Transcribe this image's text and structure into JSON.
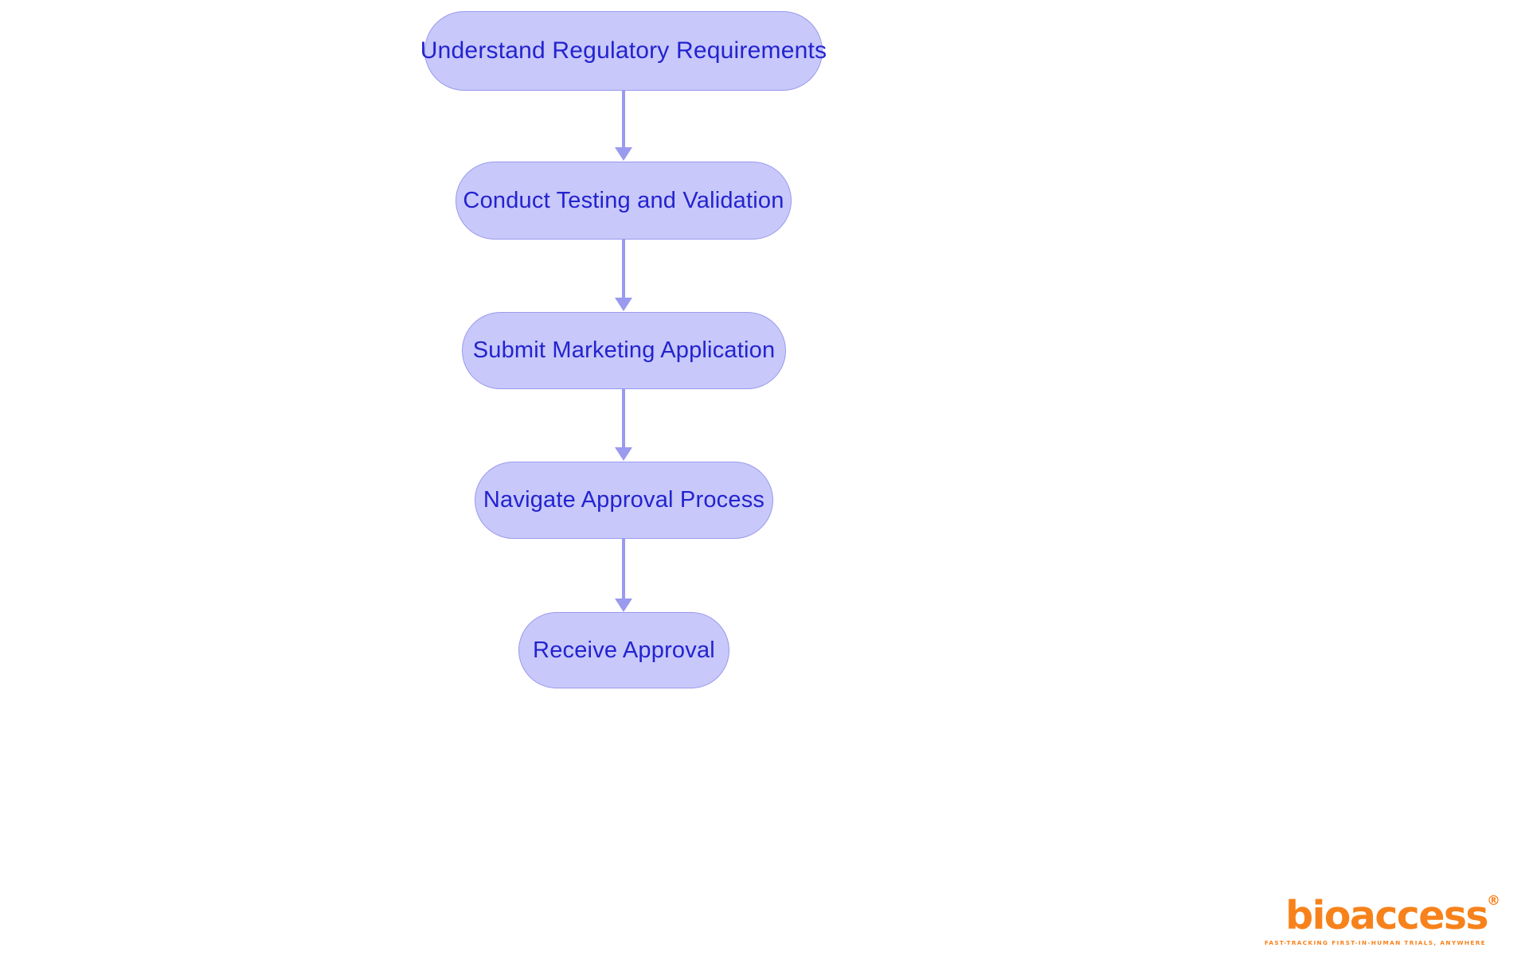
{
  "chart_data": {
    "type": "diagram",
    "diagram_type": "flowchart",
    "orientation": "vertical-top-down",
    "title": "",
    "nodes": [
      {
        "id": "n1",
        "label": "Understand Regulatory Requirements",
        "shape": "stadium",
        "order": 1
      },
      {
        "id": "n2",
        "label": "Conduct Testing and Validation",
        "shape": "stadium",
        "order": 2
      },
      {
        "id": "n3",
        "label": "Submit Marketing Application",
        "shape": "stadium",
        "order": 3
      },
      {
        "id": "n4",
        "label": "Navigate Approval Process",
        "shape": "stadium",
        "order": 4
      },
      {
        "id": "n5",
        "label": "Receive Approval",
        "shape": "stadium",
        "order": 5
      }
    ],
    "edges": [
      {
        "from": "n1",
        "to": "n2",
        "label": "",
        "arrow": "down"
      },
      {
        "from": "n2",
        "to": "n3",
        "label": "",
        "arrow": "down"
      },
      {
        "from": "n3",
        "to": "n4",
        "label": "",
        "arrow": "down"
      },
      {
        "from": "n4",
        "to": "n5",
        "label": "",
        "arrow": "down"
      }
    ],
    "colors": {
      "node_fill": "#c8c8fa",
      "node_border": "#9a9aee",
      "node_text": "#2323cf",
      "edge": "#9a9aee",
      "background": "#ffffff",
      "brand": "#f7821b"
    }
  },
  "nodes": [
    {
      "label": "Understand Regulatory Requirements"
    },
    {
      "label": "Conduct Testing and Validation"
    },
    {
      "label": "Submit Marketing Application"
    },
    {
      "label": "Navigate Approval Process"
    },
    {
      "label": "Receive Approval"
    }
  ],
  "brand": {
    "wordmark": "bioaccess",
    "registered_mark": "®",
    "tagline": "FAST-TRACKING FIRST-IN-HUMAN TRIALS, ANYWHERE"
  }
}
